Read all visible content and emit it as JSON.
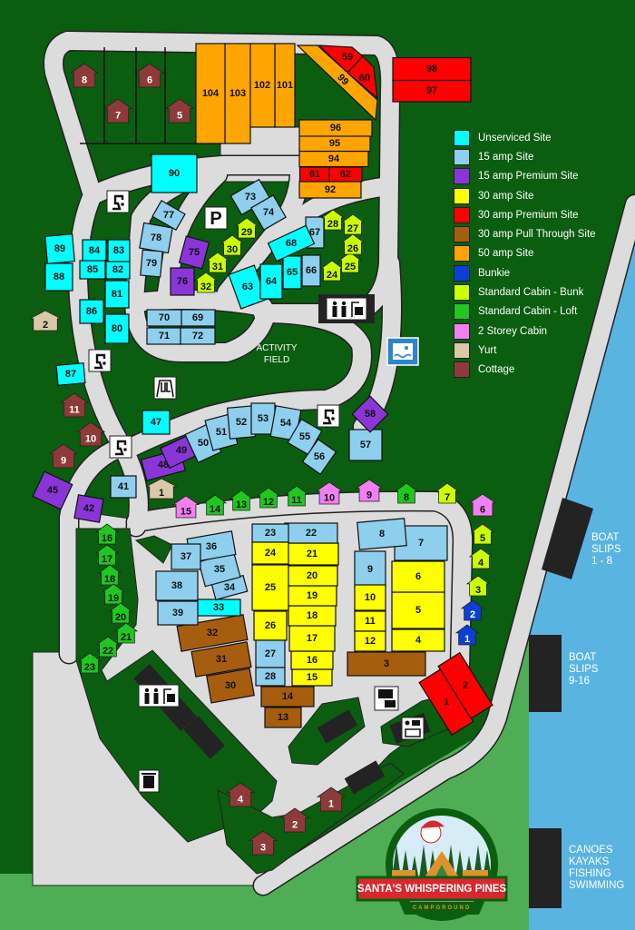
{
  "legend": [
    {
      "key": "U",
      "label": "Unserviced Site",
      "color": "#00ffff"
    },
    {
      "key": "A15",
      "label": "15 amp Site",
      "color": "#8ecfee"
    },
    {
      "key": "P15",
      "label": "15 amp Premium Site",
      "color": "#8a35d8"
    },
    {
      "key": "A30",
      "label": "30 amp Site",
      "color": "#ffff00"
    },
    {
      "key": "P30",
      "label": "30 amp Premium Site",
      "color": "#ff0000"
    },
    {
      "key": "PT",
      "label": "30 amp Pull Through Site",
      "color": "#a65d0e"
    },
    {
      "key": "A50",
      "label": "50 amp Site",
      "color": "#ffa500"
    },
    {
      "key": "BK",
      "label": "Bunkie",
      "color": "#0b3fd6"
    },
    {
      "key": "CB",
      "label": "Standard Cabin - Bunk",
      "color": "#ccff00"
    },
    {
      "key": "CL",
      "label": "Standard Cabin - Loft",
      "color": "#1ec81e"
    },
    {
      "key": "C2",
      "label": "2 Storey Cabin",
      "color": "#f27ff2"
    },
    {
      "key": "YT",
      "label": "Yurt",
      "color": "#d9c9a6"
    },
    {
      "key": "CT",
      "label": "Cottage",
      "color": "#8e3a3a"
    }
  ],
  "sites": [
    {
      "id": "1",
      "type": "P30"
    },
    {
      "id": "2",
      "type": "P30"
    },
    {
      "id": "3",
      "type": "PT"
    },
    {
      "id": "4",
      "type": "A30"
    },
    {
      "id": "5",
      "type": "A30"
    },
    {
      "id": "6",
      "type": "A30"
    },
    {
      "id": "7",
      "type": "A15"
    },
    {
      "id": "8",
      "type": "A15"
    },
    {
      "id": "9",
      "type": "A15"
    },
    {
      "id": "10",
      "type": "A30"
    },
    {
      "id": "11",
      "type": "A30"
    },
    {
      "id": "12",
      "type": "A30"
    },
    {
      "id": "13",
      "type": "PT"
    },
    {
      "id": "14",
      "type": "PT"
    },
    {
      "id": "15",
      "type": "A30"
    },
    {
      "id": "16",
      "type": "A30"
    },
    {
      "id": "17",
      "type": "A30"
    },
    {
      "id": "18",
      "type": "A30"
    },
    {
      "id": "19",
      "type": "A30"
    },
    {
      "id": "20",
      "type": "A30"
    },
    {
      "id": "21",
      "type": "A30"
    },
    {
      "id": "22",
      "type": "A15"
    },
    {
      "id": "23",
      "type": "A15"
    },
    {
      "id": "24",
      "type": "A30"
    },
    {
      "id": "25",
      "type": "A30"
    },
    {
      "id": "26",
      "type": "A30"
    },
    {
      "id": "27",
      "type": "A15"
    },
    {
      "id": "28",
      "type": "A15"
    },
    {
      "id": "30",
      "type": "PT"
    },
    {
      "id": "31",
      "type": "PT"
    },
    {
      "id": "32",
      "type": "PT"
    },
    {
      "id": "33",
      "type": "U"
    },
    {
      "id": "34",
      "type": "A15"
    },
    {
      "id": "35",
      "type": "A15"
    },
    {
      "id": "36",
      "type": "A15"
    },
    {
      "id": "37",
      "type": "A15"
    },
    {
      "id": "38",
      "type": "A15"
    },
    {
      "id": "39",
      "type": "A15"
    },
    {
      "id": "41",
      "type": "A15"
    },
    {
      "id": "42",
      "type": "P15"
    },
    {
      "id": "45",
      "type": "P15"
    },
    {
      "id": "47",
      "type": "U"
    },
    {
      "id": "48",
      "type": "P15"
    },
    {
      "id": "49",
      "type": "P15"
    },
    {
      "id": "50",
      "type": "A15"
    },
    {
      "id": "51",
      "type": "A15"
    },
    {
      "id": "52",
      "type": "A15"
    },
    {
      "id": "53",
      "type": "A15"
    },
    {
      "id": "54",
      "type": "A15"
    },
    {
      "id": "55",
      "type": "A15"
    },
    {
      "id": "56",
      "type": "A15"
    },
    {
      "id": "57",
      "type": "A15"
    },
    {
      "id": "58",
      "type": "P15"
    },
    {
      "id": "59",
      "type": "P30"
    },
    {
      "id": "60",
      "type": "P30"
    },
    {
      "id": "61",
      "type": "P30"
    },
    {
      "id": "62",
      "type": "P30"
    },
    {
      "id": "63",
      "type": "U"
    },
    {
      "id": "64",
      "type": "U"
    },
    {
      "id": "65",
      "type": "U"
    },
    {
      "id": "66",
      "type": "A15"
    },
    {
      "id": "67",
      "type": "A15"
    },
    {
      "id": "68",
      "type": "U"
    },
    {
      "id": "69",
      "type": "A15"
    },
    {
      "id": "70",
      "type": "A15"
    },
    {
      "id": "71",
      "type": "A15"
    },
    {
      "id": "72",
      "type": "A15"
    },
    {
      "id": "73",
      "type": "A15"
    },
    {
      "id": "74",
      "type": "A15"
    },
    {
      "id": "75",
      "type": "P15"
    },
    {
      "id": "76",
      "type": "P15"
    },
    {
      "id": "77",
      "type": "A15"
    },
    {
      "id": "78",
      "type": "A15"
    },
    {
      "id": "79",
      "type": "A15"
    },
    {
      "id": "80",
      "type": "U"
    },
    {
      "id": "81",
      "type": "U"
    },
    {
      "id": "82",
      "type": "U"
    },
    {
      "id": "83",
      "type": "U"
    },
    {
      "id": "84",
      "type": "U"
    },
    {
      "id": "85",
      "type": "U"
    },
    {
      "id": "86",
      "type": "U"
    },
    {
      "id": "87",
      "type": "U"
    },
    {
      "id": "88",
      "type": "U"
    },
    {
      "id": "89",
      "type": "U"
    },
    {
      "id": "90",
      "type": "U"
    },
    {
      "id": "92",
      "type": "A50"
    },
    {
      "id": "94",
      "type": "A50"
    },
    {
      "id": "95",
      "type": "A50"
    },
    {
      "id": "96",
      "type": "A50"
    },
    {
      "id": "97",
      "type": "P30"
    },
    {
      "id": "98",
      "type": "P30"
    },
    {
      "id": "99",
      "type": "A50"
    },
    {
      "id": "101",
      "type": "A50"
    },
    {
      "id": "102",
      "type": "A50"
    },
    {
      "id": "103",
      "type": "A50"
    },
    {
      "id": "104",
      "type": "A50"
    }
  ],
  "cabins": [
    {
      "id": "1",
      "type": "CT"
    },
    {
      "id": "2",
      "type": "CT"
    },
    {
      "id": "3",
      "type": "CT"
    },
    {
      "id": "4",
      "type": "CT"
    },
    {
      "id": "5",
      "type": "CT"
    },
    {
      "id": "6",
      "type": "CT"
    },
    {
      "id": "7",
      "type": "CT"
    },
    {
      "id": "8",
      "type": "CT"
    },
    {
      "id": "9",
      "type": "CT"
    },
    {
      "id": "10",
      "type": "CT"
    },
    {
      "id": "11",
      "type": "CT"
    },
    {
      "id": "1",
      "type": "YT"
    },
    {
      "id": "2",
      "type": "YT"
    },
    {
      "id": "1",
      "type": "BK"
    },
    {
      "id": "2",
      "type": "BK"
    },
    {
      "id": "3",
      "type": "CB"
    },
    {
      "id": "4",
      "type": "CB"
    },
    {
      "id": "5",
      "type": "CB"
    },
    {
      "id": "7",
      "type": "CB"
    },
    {
      "id": "24",
      "type": "CB"
    },
    {
      "id": "25",
      "type": "CB"
    },
    {
      "id": "26",
      "type": "CB"
    },
    {
      "id": "27",
      "type": "CB"
    },
    {
      "id": "28",
      "type": "CB"
    },
    {
      "id": "29",
      "type": "CB"
    },
    {
      "id": "30",
      "type": "CB"
    },
    {
      "id": "31",
      "type": "CB"
    },
    {
      "id": "32",
      "type": "CB"
    },
    {
      "id": "8",
      "type": "CL"
    },
    {
      "id": "11",
      "type": "CL"
    },
    {
      "id": "12",
      "type": "CL"
    },
    {
      "id": "13",
      "type": "CL"
    },
    {
      "id": "14",
      "type": "CL"
    },
    {
      "id": "16",
      "type": "CL"
    },
    {
      "id": "17",
      "type": "CL"
    },
    {
      "id": "18",
      "type": "CL"
    },
    {
      "id": "19",
      "type": "CL"
    },
    {
      "id": "20",
      "type": "CL"
    },
    {
      "id": "21",
      "type": "CL"
    },
    {
      "id": "22",
      "type": "CL"
    },
    {
      "id": "23",
      "type": "CL"
    },
    {
      "id": "6",
      "type": "C2"
    },
    {
      "id": "9",
      "type": "C2"
    },
    {
      "id": "10",
      "type": "C2"
    },
    {
      "id": "15",
      "type": "C2"
    }
  ],
  "labels": {
    "parking": "P",
    "activity_field": "ACTIVITY\nFIELD",
    "boat_slips_1": "BOAT\nSLIPS\n1 - 8",
    "boat_slips_2": "BOAT\nSLIPS\n9-16",
    "water_activities": "CANOES\nKAYAKS\nFISHING\nSWIMMING"
  },
  "logo": {
    "name": "SANTA'S WHISPERING PINES",
    "sub": "CAMPGROUND"
  },
  "colors": {
    "grass": "#0b5e0f",
    "light_grass": "#4fae55",
    "road": "#dcdcdc",
    "lake": "#5ab4e2",
    "building": "#232323"
  }
}
